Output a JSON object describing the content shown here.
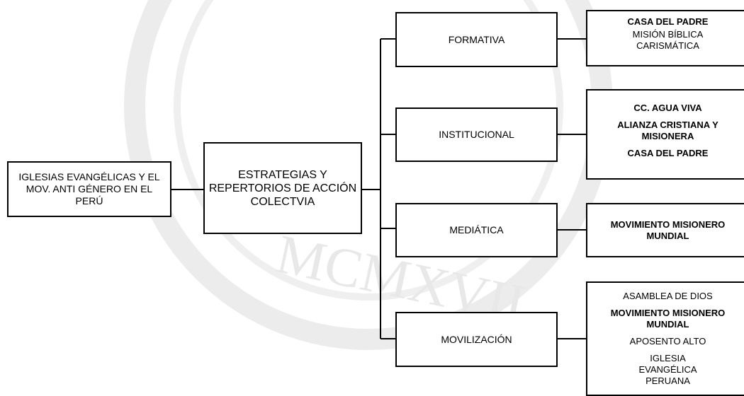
{
  "root": {
    "label": "IGLESIAS EVANGÉLICAS Y EL MOV. ANTI GÉNERO EN EL PERÚ"
  },
  "center": {
    "label": "ESTRATEGIAS Y REPERTORIOS DE ACCIÓN COLECTVIA"
  },
  "strategies": [
    {
      "label": "FORMATIVA"
    },
    {
      "label": "INSTITUCIONAL"
    },
    {
      "label": "MEDIÁTICA"
    },
    {
      "label": "MOVILIZACIÓN"
    }
  ],
  "org_groups": [
    {
      "items": [
        {
          "text": "CASA DEL PADRE",
          "bold": true
        },
        {
          "text": "MISIÓN BÍBLICA CARISMÁTICA",
          "bold": false
        }
      ]
    },
    {
      "items": [
        {
          "text": "CC. AGUA VIVA",
          "bold": true
        },
        {
          "text": "ALIANZA CRISTIANA Y MISIONERA",
          "bold": true
        },
        {
          "text": "CASA DEL PADRE",
          "bold": true
        }
      ]
    },
    {
      "items": [
        {
          "text": "MOVIMIENTO MISIONERO MUNDIAL",
          "bold": true
        }
      ]
    },
    {
      "items": [
        {
          "text": "ASAMBLEA DE DIOS",
          "bold": false
        },
        {
          "text": "MOVIMIENTO MISIONERO MUNDIAL",
          "bold": true
        },
        {
          "text": "APOSENTO ALTO",
          "bold": false
        },
        {
          "text": "IGLESIA EVANGÉLICA PERUANA",
          "bold": false
        }
      ]
    }
  ],
  "watermark": {
    "text": "MCMXVII",
    "color": "#e6e6e6"
  }
}
